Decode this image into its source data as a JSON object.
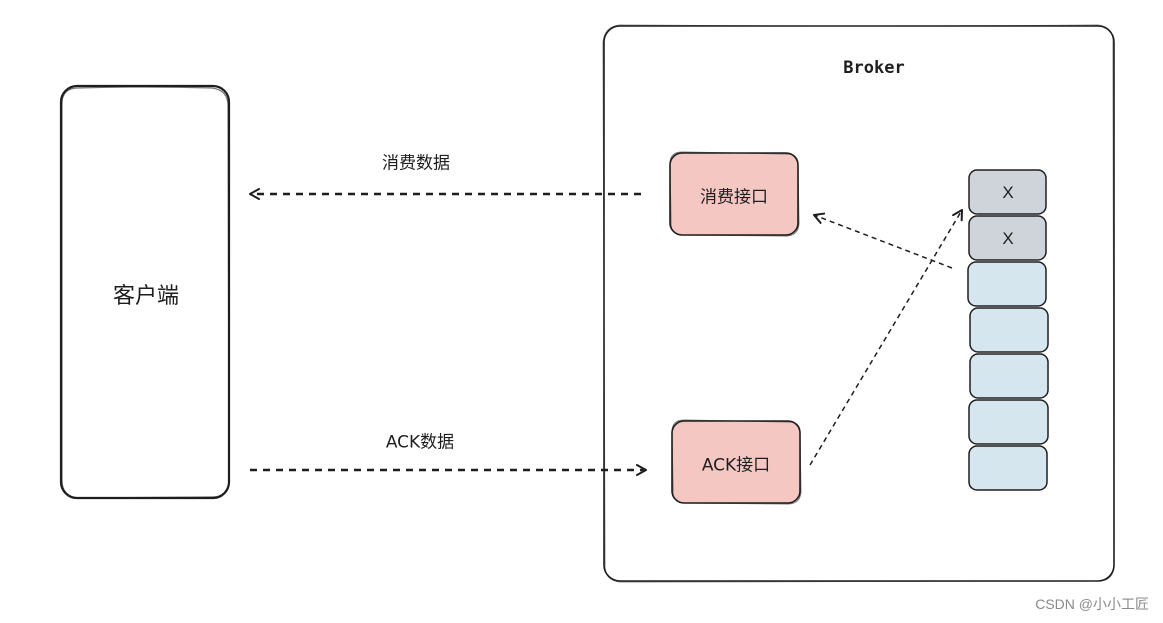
{
  "client": {
    "label": "客户端"
  },
  "broker": {
    "title": "Broker",
    "consume_api": "消费接口",
    "ack_api": "ACK接口",
    "queue": {
      "cells": [
        {
          "mark": "X",
          "state": "consumed"
        },
        {
          "mark": "X",
          "state": "consumed"
        },
        {
          "mark": "",
          "state": "pending"
        },
        {
          "mark": "",
          "state": "pending"
        },
        {
          "mark": "",
          "state": "pending"
        },
        {
          "mark": "",
          "state": "pending"
        },
        {
          "mark": "",
          "state": "pending"
        }
      ]
    }
  },
  "arrows": {
    "consume_data": "消费数据",
    "ack_data": "ACK数据"
  },
  "watermark": "CSDN @小小工匠",
  "colors": {
    "api_box_fill": "#f4c7c3",
    "consumed_cell_fill": "#ced4da",
    "pending_cell_fill": "#d6e6ee",
    "stroke": "#1e1e1e"
  }
}
